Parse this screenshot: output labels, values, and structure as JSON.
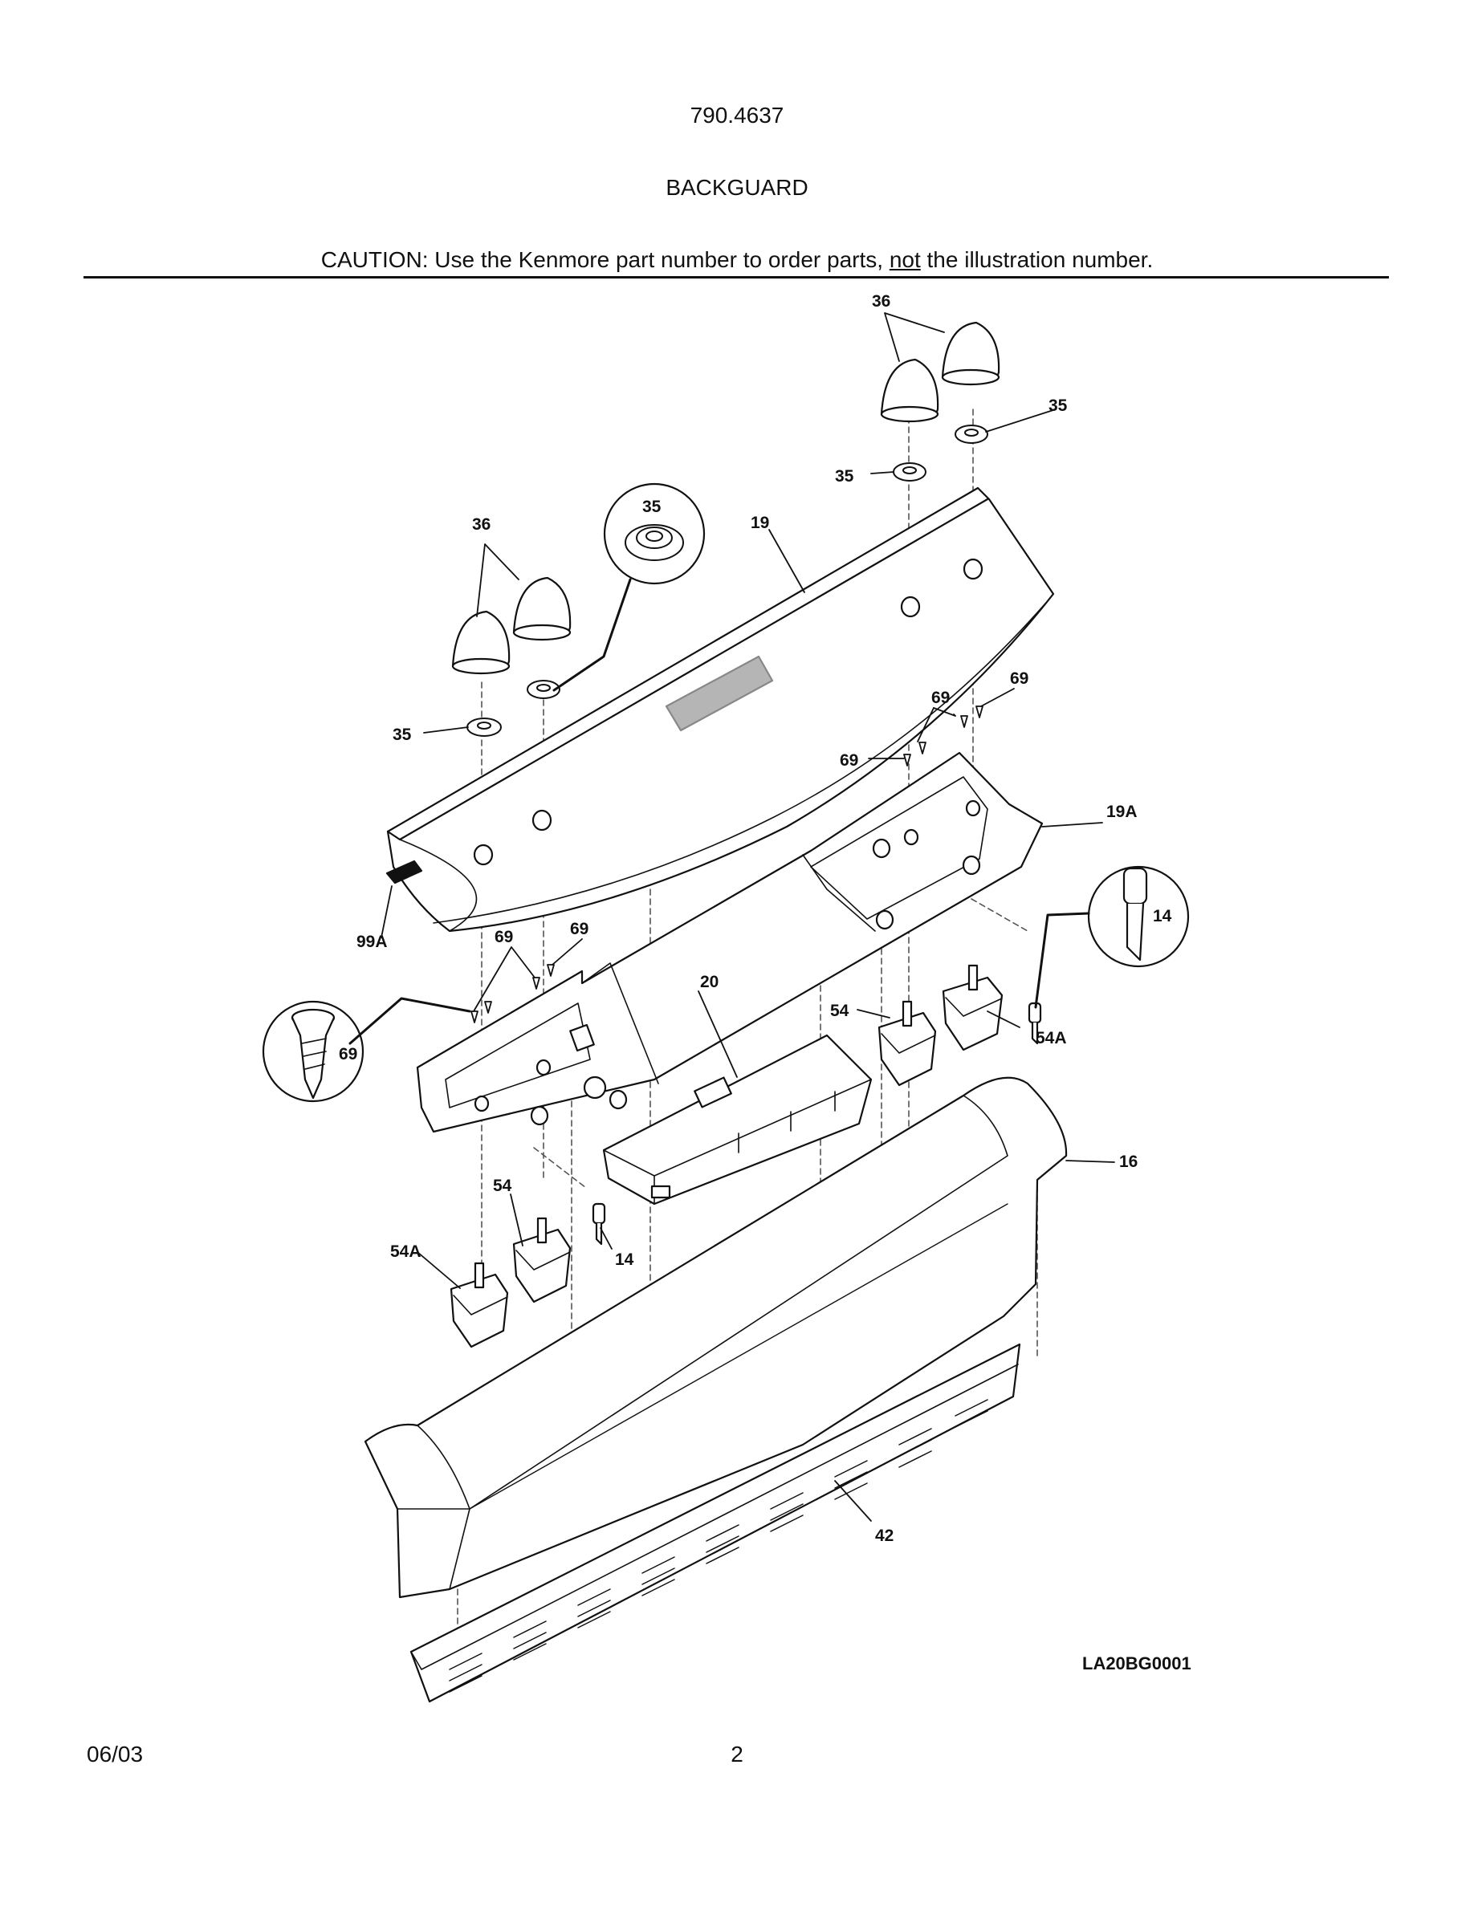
{
  "header": {
    "model_number": "790.4637",
    "section_title": "BACKGUARD",
    "caution_before": "CAUTION: Use the Kenmore part number to order parts, ",
    "caution_underlined": "not",
    "caution_after": " the illustration number."
  },
  "diagram": {
    "drawing_code": "LA20BG0001",
    "callouts": {
      "c36_top": "36",
      "c35_top_right": "35",
      "c35_top_mid": "35",
      "c36_left": "36",
      "c35_detail": "35",
      "c19": "19",
      "c35_left": "35",
      "c69_a": "69",
      "c69_b": "69",
      "c69_c": "69",
      "c19A": "19A",
      "c14_detail": "14",
      "c99A": "99A",
      "c69_d": "69",
      "c69_e": "69",
      "c20": "20",
      "c54_right": "54",
      "c54A_right": "54A",
      "c69_detail": "69",
      "c16": "16",
      "c54_left": "54",
      "c54A_left": "54A",
      "c14_left": "14",
      "c42": "42"
    }
  },
  "footer": {
    "date": "06/03",
    "page_number": "2"
  }
}
